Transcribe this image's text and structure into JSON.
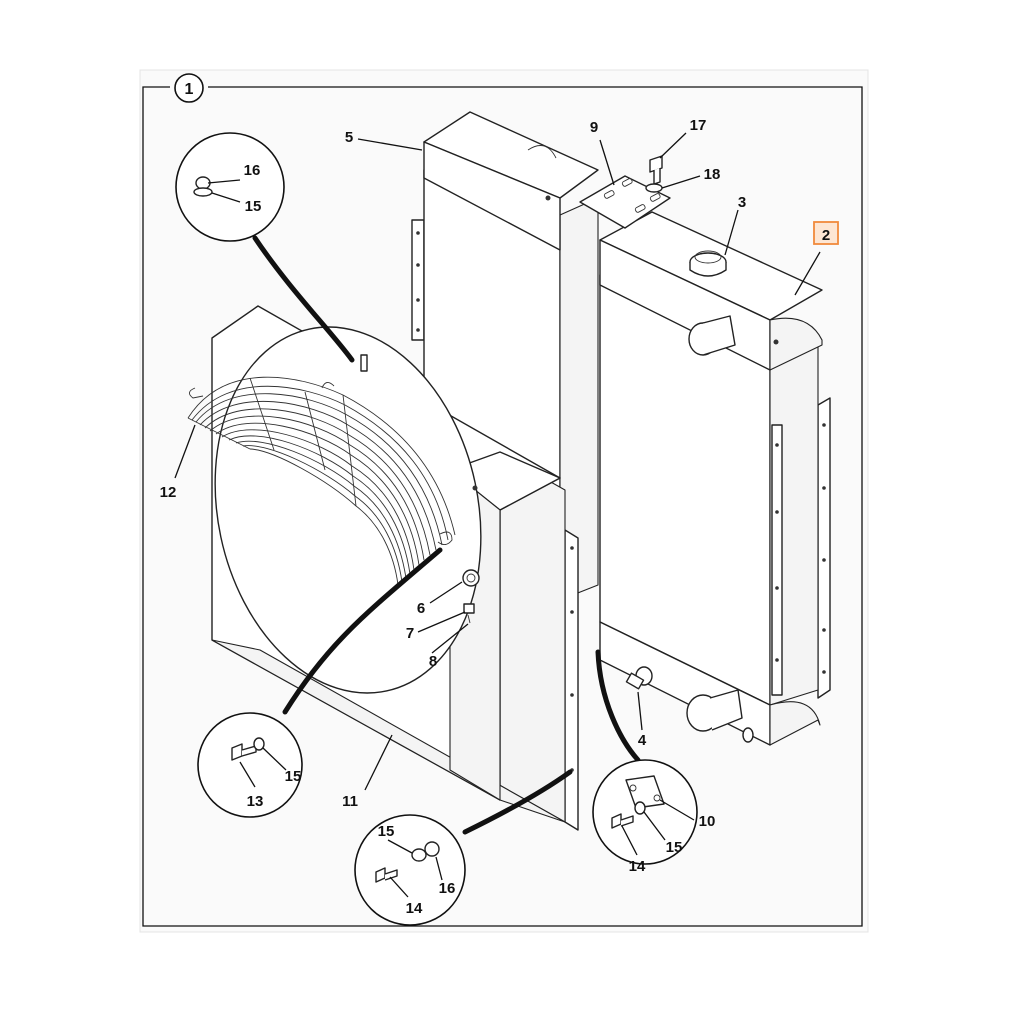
{
  "figure": {
    "index_label": "1",
    "highlight_color": "#f08a3c",
    "callouts": {
      "c1": "1",
      "c2": "2",
      "c3": "3",
      "c4": "4",
      "c5": "5",
      "c6": "6",
      "c7": "7",
      "c8": "8",
      "c9": "9",
      "c10": "10",
      "c11": "11",
      "c12": "12",
      "c13": "13",
      "c14a": "14",
      "c14b": "14",
      "c15a": "15",
      "c15b": "15",
      "c15c": "15",
      "c15d": "15",
      "c16a": "16",
      "c16b": "16",
      "c17": "17",
      "c18": "18"
    }
  }
}
